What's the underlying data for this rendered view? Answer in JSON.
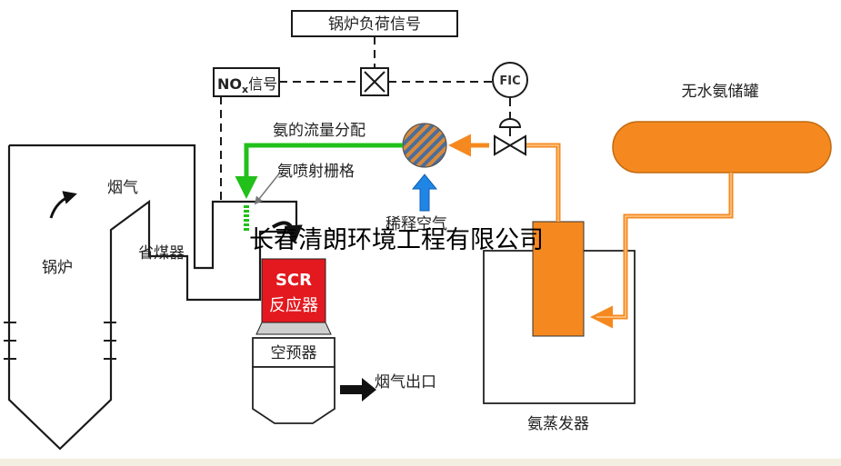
{
  "labels": {
    "boiler_load_signal": "锅炉负荷信号",
    "nox_signal_main": "NO",
    "nox_signal_sub": "x",
    "nox_signal_suffix": "信号",
    "fic": "FIC",
    "anhydrous_ammonia_tank": "无水氨储罐",
    "ammonia_flow_distribution": "氨的流量分配",
    "ammonia_injection_grid": "氨喷射栅格",
    "flue_gas": "烟气",
    "boiler": "锅炉",
    "economizer": "省煤器",
    "dilution_air": "稀释空气",
    "scr_line1": "SCR",
    "scr_line2": "反应器",
    "air_preheater": "空预器",
    "flue_gas_outlet": "烟气出口",
    "ammonia_evaporator": "氨蒸发器"
  },
  "watermark": "长春清朗环境工程有限公司",
  "colors": {
    "ammonia_line": "#f5891f",
    "ammonia_dark": "#c26a10",
    "tank_fill": "#f5891f",
    "green_line": "#22c01a",
    "blue_arrow": "#1f86e6",
    "scr_red": "#e3191f",
    "mixer_blue": "#4a6e9c",
    "mixer_orange": "#d88a3a"
  }
}
